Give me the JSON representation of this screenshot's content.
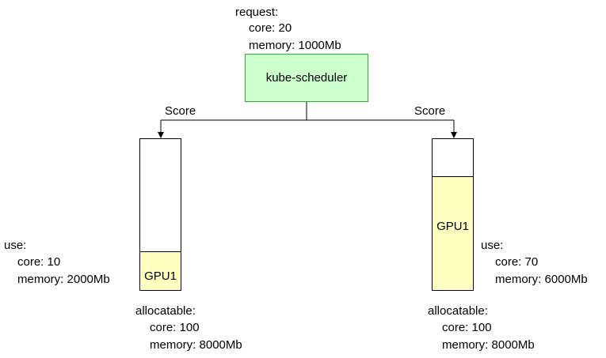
{
  "request": {
    "label": "request:",
    "core": "core: 20",
    "memory": "memory: 1000Mb"
  },
  "scheduler": {
    "label": "kube-scheduler",
    "color": "#ccffcc",
    "border_color": "#36a83a"
  },
  "edges": [
    {
      "label": "Score"
    },
    {
      "label": "Score"
    }
  ],
  "nodes": [
    {
      "gpu_label": "GPU1",
      "fill_fraction": 0.25,
      "use": {
        "label": "use:",
        "core": "core: 10",
        "memory": "memory: 2000Mb"
      },
      "allocatable": {
        "label": "allocatable:",
        "core": "core: 100",
        "memory": "memory: 8000Mb"
      }
    },
    {
      "gpu_label": "GPU1",
      "fill_fraction": 0.75,
      "use": {
        "label": "use:",
        "core": "core: 70",
        "memory": "memory: 6000Mb"
      },
      "allocatable": {
        "label": "allocatable:",
        "core": "core: 100",
        "memory": "memory: 8000Mb"
      }
    }
  ],
  "fill_color": "#ffffc0"
}
